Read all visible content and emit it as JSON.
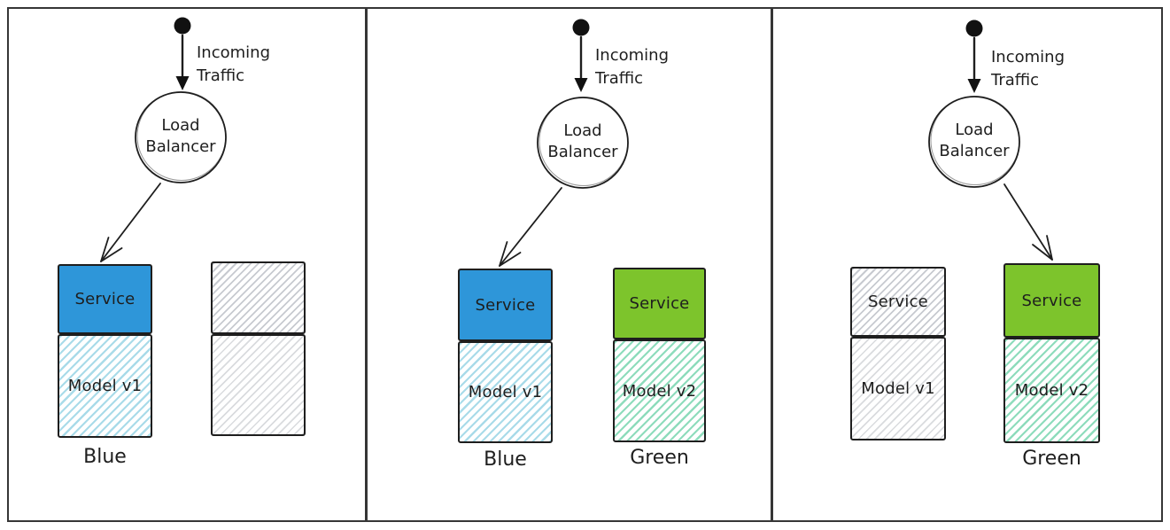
{
  "colors": {
    "frame": "#363636",
    "stroke": "#1e1e1e",
    "service-blue": "#2e96d9",
    "service-green": "#7dc42c",
    "hatch-blue": "#a9dbe9",
    "hatch-green": "#8edcbc",
    "hatch-gray": "#c7cad0",
    "hatch-gray-light": "#d9dbde"
  },
  "panels": [
    {
      "name": "stage-1-blue-live",
      "incoming_label": "Incoming\nTraffic",
      "lb_label": "Load\nBalancer",
      "stacks": [
        {
          "service_label": "Service",
          "model_label": "Model v1",
          "caption": "Blue"
        },
        {
          "service_label": "",
          "model_label": "",
          "caption": ""
        }
      ]
    },
    {
      "name": "stage-2-green-deployed",
      "incoming_label": "Incoming\nTraffic",
      "lb_label": "Load\nBalancer",
      "stacks": [
        {
          "service_label": "Service",
          "model_label": "Model v1",
          "caption": "Blue"
        },
        {
          "service_label": "Service",
          "model_label": "Model v2",
          "caption": "Green"
        }
      ]
    },
    {
      "name": "stage-3-green-live",
      "incoming_label": "Incoming\nTraffic",
      "lb_label": "Load\nBalancer",
      "stacks": [
        {
          "service_label": "Service",
          "model_label": "Model v1",
          "caption": ""
        },
        {
          "service_label": "Service",
          "model_label": "Model v2",
          "caption": "Green"
        }
      ]
    }
  ]
}
